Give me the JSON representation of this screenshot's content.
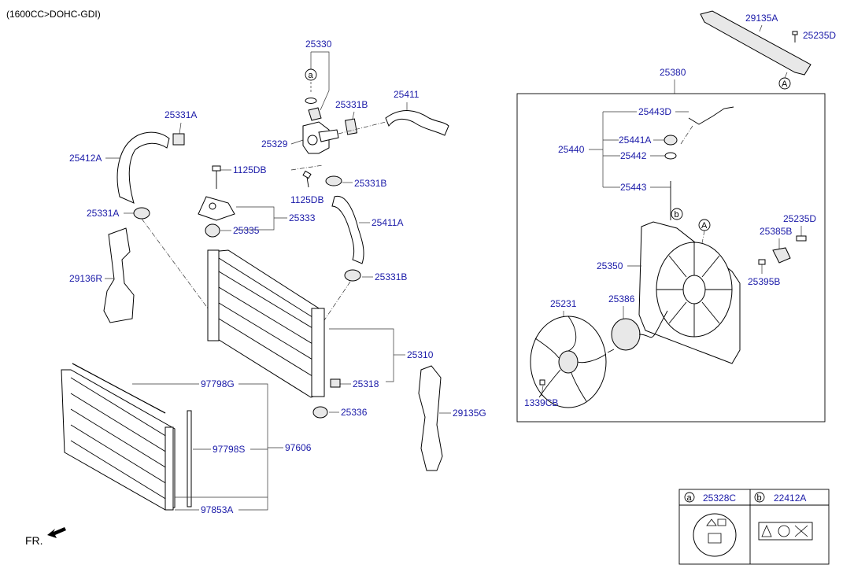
{
  "header": {
    "engine_note": "(1600CC>DOHC-GDI)"
  },
  "footer": {
    "fr_label": "FR."
  },
  "labels": {
    "p25330": "25330",
    "p25331b_top": "25331B",
    "p25411": "25411",
    "p25331a_top": "25331A",
    "p25412a": "25412A",
    "p25329": "25329",
    "p1125db_a": "1125DB",
    "p1125db_b": "1125DB",
    "p25331b_mid": "25331B",
    "p25333": "25333",
    "p25331a_low": "25331A",
    "p25335": "25335",
    "p25411a": "25411A",
    "p29136r": "29136R",
    "p25331b_low": "25331B",
    "p25310": "25310",
    "p25318": "25318",
    "p97798g": "97798G",
    "p25336": "25336",
    "p29135g": "29135G",
    "p97798s": "97798S",
    "p97606": "97606",
    "p97853a": "97853A",
    "p29135a": "29135A",
    "p25235d_top": "25235D",
    "p25380": "25380",
    "p25443d": "25443D",
    "p25441a": "25441A",
    "p25440": "25440",
    "p25442": "25442",
    "p25443": "25443",
    "p25235d_right": "25235D",
    "p25385b": "25385B",
    "p25350": "25350",
    "p25395b": "25395B",
    "p25231": "25231",
    "p25386": "25386",
    "p1339cb": "1339CB"
  },
  "callouts": {
    "a": "a",
    "b": "b",
    "A": "A"
  },
  "legend": {
    "items": [
      {
        "key": "a",
        "part": "25328C"
      },
      {
        "key": "b",
        "part": "22412A"
      }
    ]
  }
}
